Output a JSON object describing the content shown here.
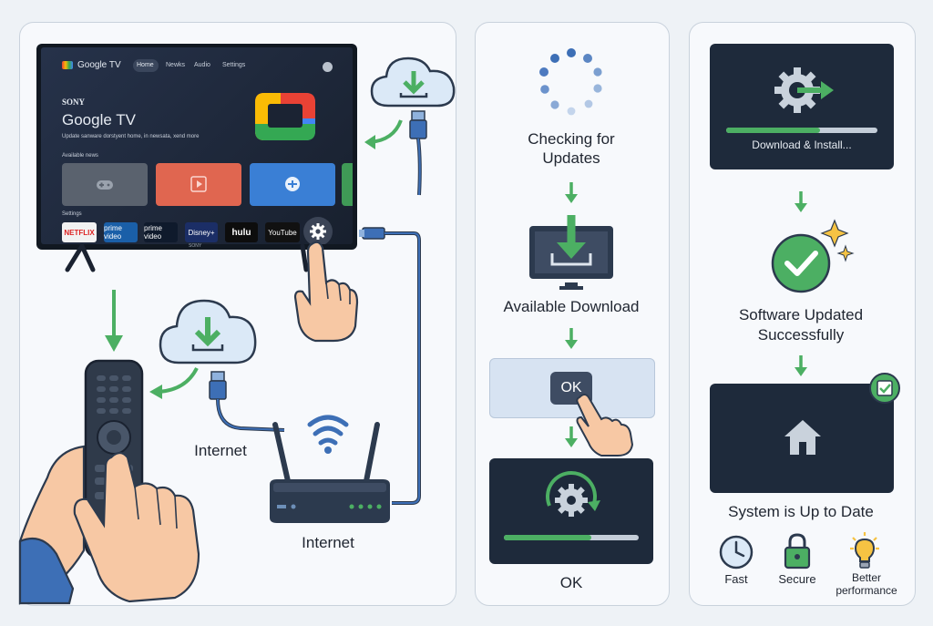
{
  "tv": {
    "brand_label": "Google TV",
    "nav": [
      "Home",
      "Newks",
      "Audio",
      "Settings"
    ],
    "maker": "SONY",
    "hero_title": "Google TV",
    "hero_subtitle": "Update sanware dorstyent home, in newsata, xend more",
    "row1_label": "Available news",
    "row2_label": "Settings",
    "apps": [
      "NETFLIX",
      "prime video",
      "prime video",
      "Disney+",
      "hulu",
      "YouTube"
    ],
    "bezel_logo": "SONY"
  },
  "left": {
    "internet_label_1": "Internet",
    "internet_label_2": "Internet"
  },
  "middle": {
    "step1": "Checking for\nUpdates",
    "step2": "Available Download",
    "ok_button": "OK",
    "step4": "OK"
  },
  "right": {
    "download_label": "Download & Install...",
    "success_label": "Software Updated\nSuccessfully",
    "uptodate_label": "System is Up to Date",
    "features": [
      "Fast",
      "Secure",
      "Better\nperformance"
    ]
  },
  "colors": {
    "accent_green": "#4caf63",
    "screen_dark": "#1e2a3b",
    "cable_blue": "#3d6fb6"
  },
  "progress": {
    "install": 0.62,
    "update": 0.65
  }
}
